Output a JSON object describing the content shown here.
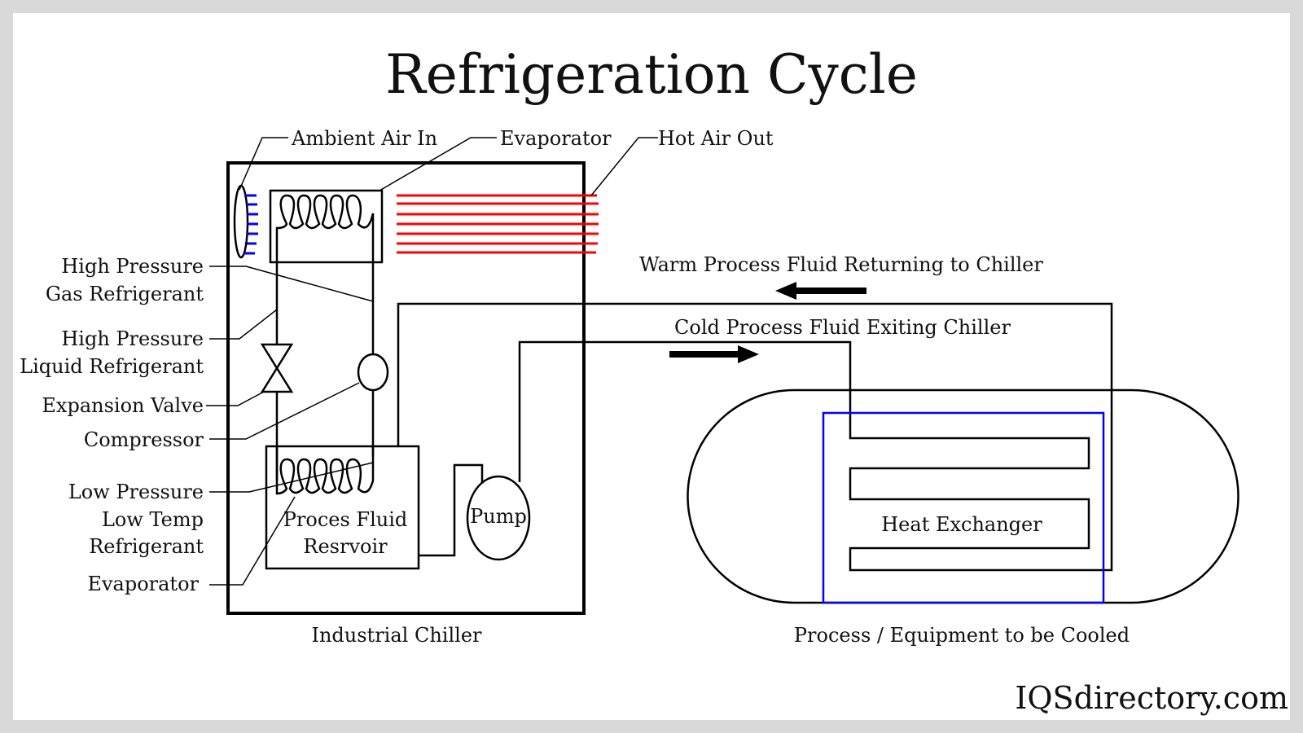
{
  "title": "Refrigeration Cycle",
  "colors": {
    "line": "#000000",
    "hot_air": "#ff0000",
    "cold_air": "#0000ff",
    "heat_exchanger_outline": "#0000ff",
    "border": "#d9d9d9"
  },
  "top_labels": {
    "ambient_air_in": "Ambient Air In",
    "evaporator": "Evaporator",
    "hot_air_out": "Hot Air Out"
  },
  "left_labels": {
    "high_pressure_gas": [
      "High Pressure",
      "Gas Refrigerant"
    ],
    "high_pressure_liquid": [
      "High Pressure",
      "Liquid Refrigerant"
    ],
    "expansion_valve": "Expansion Valve",
    "compressor": "Compressor",
    "low_pressure": [
      "Low Pressure",
      "Low Temp",
      "Refrigerant"
    ],
    "evaporator": "Evaporator"
  },
  "components": {
    "reservoir": [
      "Proces Fluid",
      "Resrvoir"
    ],
    "pump": "Pump",
    "heat_exchanger": "Heat Exchanger"
  },
  "flow_labels": {
    "warm_return": "Warm Process Fluid Returning to Chiller",
    "cold_exit": "Cold Process Fluid Exiting Chiller"
  },
  "captions": {
    "chiller": "Industrial Chiller",
    "process": "Process / Equipment to be Cooled"
  },
  "logo": "IQSdirectory.com"
}
